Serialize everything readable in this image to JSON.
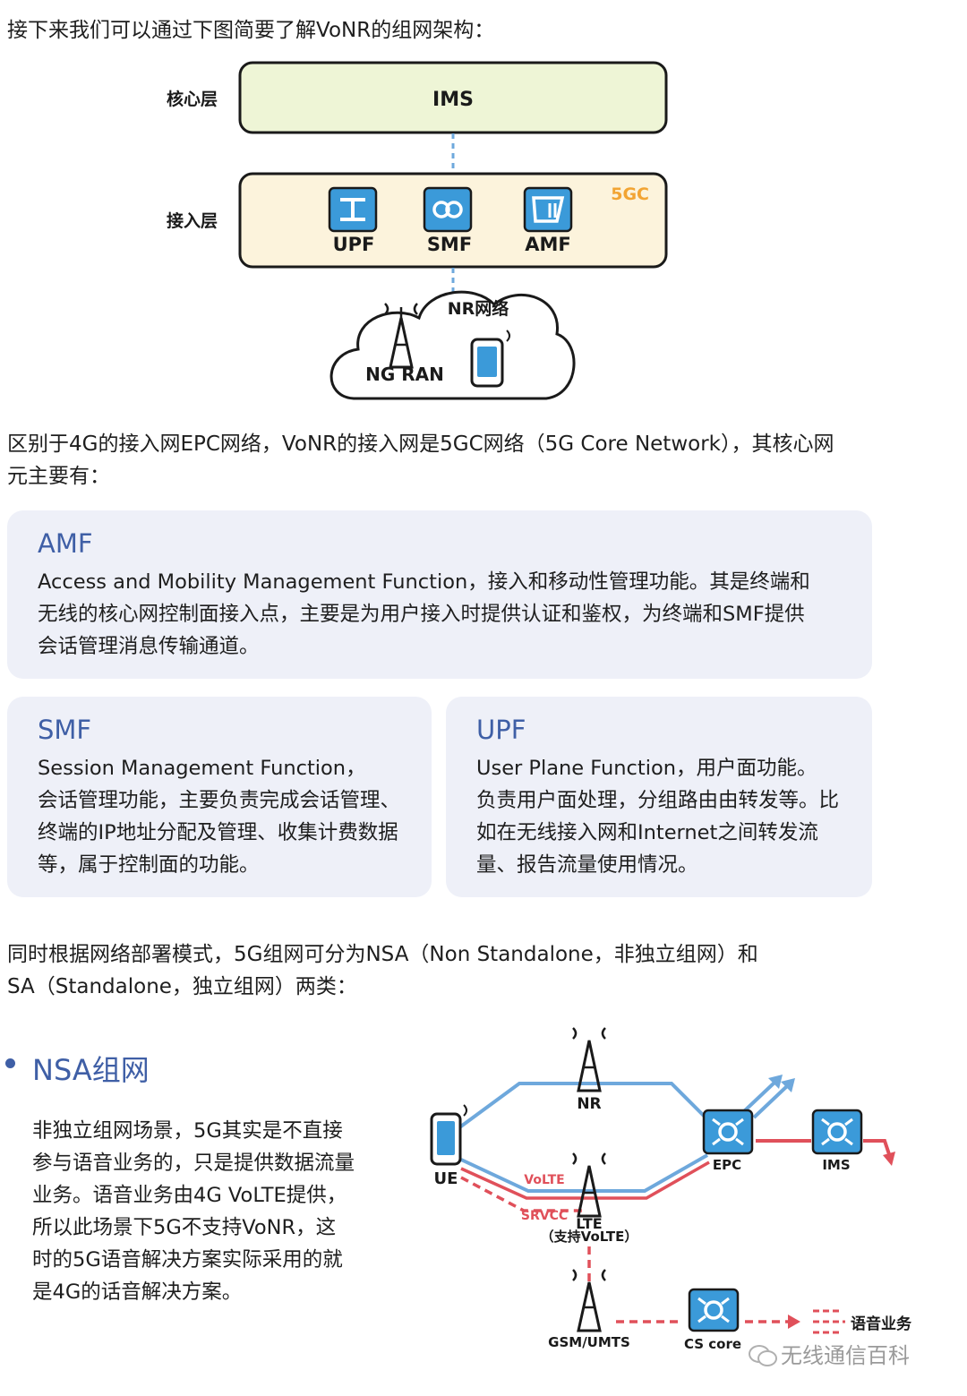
{
  "intro": "接下来我们可以通过下图简要了解VoNR的组网架构：",
  "arch": {
    "core_layer_label": "核心层",
    "access_layer_label": "接入层",
    "ims_label": "IMS",
    "fivegc_label": "5GC",
    "upf_label": "UPF",
    "smf_label": "SMF",
    "amf_label": "AMF",
    "nr_network_label": "NR网络",
    "ngran_label": "NG RAN"
  },
  "para2": {
    "line1": "区别于4G的接入网EPC网络，VoNR的接入网是5GC网络（5G Core Network），其核心网",
    "line2": "元主要有："
  },
  "cards": {
    "amf": {
      "title": "AMF",
      "lines": [
        "Access and Mobility Management Function，接入和移动性管理功能。其是终端和",
        "无线的核心网控制面接入点，主要是为用户接入时提供认证和鉴权，为终端和SMF提供",
        "会话管理消息传输通道。"
      ]
    },
    "smf": {
      "title": "SMF",
      "lines": [
        "Session  Management  Function，",
        "会话管理功能，主要负责完成会话管理、",
        "终端的IP地址分配及管理、收集计费数据",
        "等，属于控制面的功能。"
      ]
    },
    "upf": {
      "title": "UPF",
      "lines": [
        "User  Plane  Function，用户面功能。",
        "负责用户面处理，分组路由由转发等。比",
        "如在无线接入网和Internet之间转发流",
        "量、报告流量使用情况。"
      ]
    }
  },
  "para3": {
    "line1": "同时根据网络部署模式，5G组网可分为NSA（Non Standalone，非独立组网）和",
    "line2": "SA（Standalone，独立组网）两类："
  },
  "nsa": {
    "heading": "NSA组网",
    "lines": [
      "非独立组网场景，5G其实是不直接",
      "参与语音业务的，只是提供数据流量",
      "业务。语音业务由4G VoLTE提供，",
      "所以此场景下5G不支持VoNR，这",
      "时的5G语音解决方案实际采用的就",
      "是4G的话音解决方案。"
    ]
  },
  "nsa_diagram": {
    "ue": "UE",
    "nr": "NR",
    "epc": "EPC",
    "ims": "IMS",
    "volte": "VoLTE",
    "srvcc": "SRVCC",
    "lte": "LTE",
    "lte_support": "（支持VoLTE）",
    "gsm": "GSM/UMTS",
    "cs_core": "CS core",
    "voice_service": "语音业务"
  },
  "watermark": "无线通信百科",
  "colors": {
    "blue_title": "#3f5fa6",
    "card_bg": "#eef0f8",
    "ims_box": "#eef5d6",
    "fivegc_box": "#fcf3dc",
    "orange": "#f2a433",
    "link_blue": "#6ea8dc",
    "link_red": "#e0505a",
    "icon_blue": "#3b9ad9"
  }
}
